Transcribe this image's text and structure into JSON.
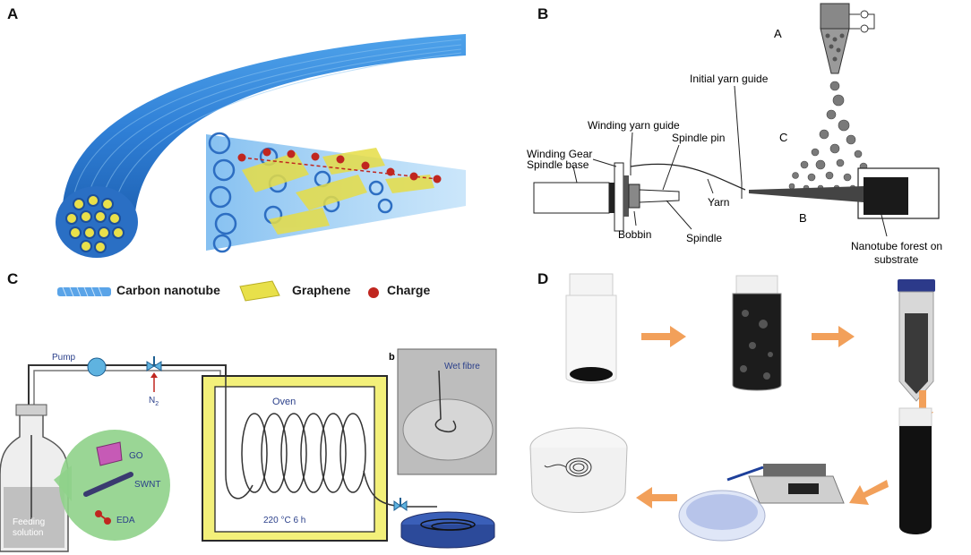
{
  "panels": {
    "A": {
      "label": "A"
    },
    "B": {
      "label": "B",
      "labels": {
        "initial_yarn_guide": "Initial yarn guide",
        "winding_yarn_guide": "Winding yarn guide",
        "winding_gear": "Winding Gear",
        "spindle_pin": "Spindle pin",
        "spindle_base": "Spindle base",
        "yarn": "Yarn",
        "bobbin": "Bobbin",
        "spindle": "Spindle",
        "nanotube_forest_line1": "Nanotube forest on",
        "nanotube_forest_line2": "substrate",
        "letter_A": "A",
        "letter_B": "B",
        "letter_C": "C"
      }
    },
    "C": {
      "label": "C",
      "legend": {
        "carbon_nanotube": "Carbon nanotube",
        "graphene": "Graphene",
        "charge": "Charge"
      },
      "labels": {
        "pump": "Pump",
        "n2": "N",
        "n2_sub": "2",
        "oven": "Oven",
        "oven_temp": "220 °C 6 h",
        "inset_b": "b",
        "wet_fibre": "Wet fibre",
        "go": "GO",
        "swnt": "SWNT",
        "eda": "EDA",
        "feeding_line1": "Feeding",
        "feeding_line2": "solution"
      }
    },
    "D": {
      "label": "D"
    }
  },
  "colors": {
    "fiber_blue": "#2f7fd6",
    "graphene_yellow": "#e8e04a",
    "charge_red": "#c0261f",
    "arrow_orange": "#f2a05a",
    "oven_yellow": "#f3f07a"
  }
}
